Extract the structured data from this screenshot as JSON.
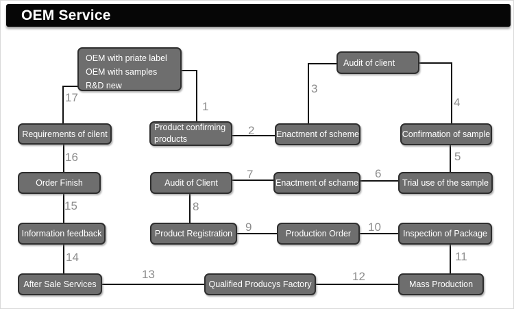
{
  "header": {
    "title": "OEM Service"
  },
  "colors": {
    "header_bg": "#060606",
    "node_fill": "#6e6e6e",
    "node_border": "#2e2e2e",
    "node_text": "#ffffff",
    "connector": "#121212",
    "edge_number": "#8c8c8c",
    "background": "#ffffff"
  },
  "nodes": {
    "options": {
      "line1": "OEM with priate label",
      "line2": "OEM with samples",
      "line3": "R&D new"
    },
    "audit_top": {
      "label": "Audit of client"
    },
    "requirements": {
      "label": "Requirements of cilent"
    },
    "product_confirming": {
      "label": "Product confirming products"
    },
    "enactment_scheme": {
      "label": "Enactment of scheme"
    },
    "confirmation_sample": {
      "label": "Confirmation of sample"
    },
    "order_finish": {
      "label": "Order Finish"
    },
    "audit_client": {
      "label": "Audit of Client"
    },
    "enactment_schame": {
      "label": "Enactment of schame"
    },
    "trial_use": {
      "label": "Trial use of the sample"
    },
    "information_feedback": {
      "label": "Information feedback"
    },
    "product_registration": {
      "label": "Product Registration"
    },
    "production_order": {
      "label": "Production Order"
    },
    "inspection_package": {
      "label": "Inspection of Package"
    },
    "after_sale": {
      "label": "After Sale Services"
    },
    "qualified_factory": {
      "label": "Qualified Producys Factory"
    },
    "mass_production": {
      "label": "Mass Production"
    }
  },
  "edge_labels": {
    "e1": "1",
    "e2": "2",
    "e3": "3",
    "e4": "4",
    "e5": "5",
    "e6": "6",
    "e7": "7",
    "e8": "8",
    "e9": "9",
    "e10": "10",
    "e11": "11",
    "e12": "12",
    "e13": "13",
    "e14": "14",
    "e15": "15",
    "e16": "16",
    "e17": "17"
  }
}
